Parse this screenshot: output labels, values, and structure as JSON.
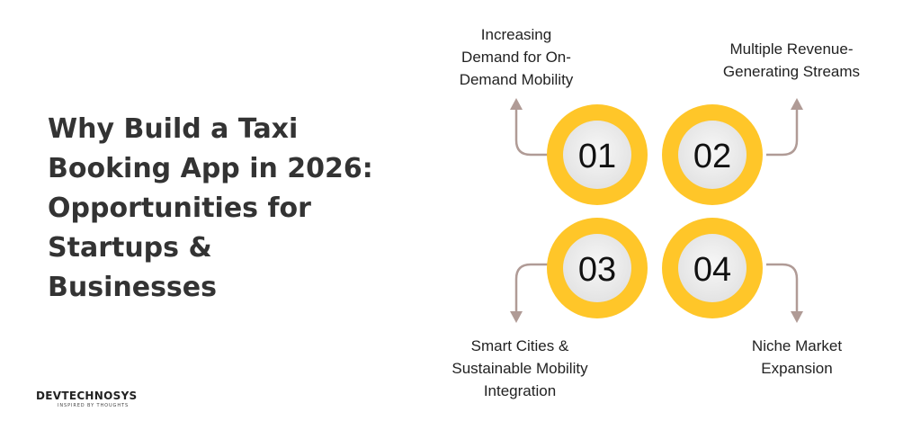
{
  "title_lines": [
    "Why Build a Taxi",
    "Booking App in 2026:",
    "Opportunities for",
    "Startups &",
    "Businesses"
  ],
  "items": [
    {
      "number": "01",
      "label_lines": [
        "Increasing",
        "Demand for On-",
        "Demand Mobility"
      ]
    },
    {
      "number": "02",
      "label_lines": [
        "Multiple Revenue-",
        "Generating Streams"
      ]
    },
    {
      "number": "03",
      "label_lines": [
        "Smart Cities &",
        "Sustainable Mobility",
        "Integration"
      ]
    },
    {
      "number": "04",
      "label_lines": [
        "Niche Market",
        "Expansion"
      ]
    }
  ],
  "logo": {
    "text": "DEVTECHNOSYS",
    "tagline": "INSPIRED BY THOUGHTS"
  },
  "colors": {
    "circle": "#FFC629",
    "inner": "#EDEDED",
    "connector": "#B09B96",
    "title": "#333333"
  }
}
